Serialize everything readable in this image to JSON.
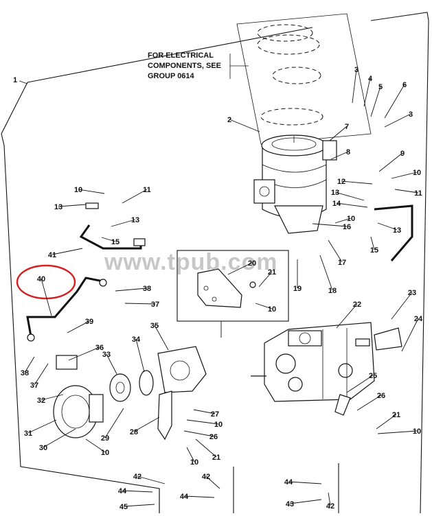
{
  "note_lines": [
    "FOR ELECTRICAL",
    "COMPONENTS, SEE",
    "GROUP 0614"
  ],
  "watermark": "www.tpub.com",
  "highlight_color": "#d42020",
  "callouts": [
    {
      "label": "1"
    },
    {
      "label": "2"
    },
    {
      "label": "3"
    },
    {
      "label": "4"
    },
    {
      "label": "5"
    },
    {
      "label": "6"
    },
    {
      "label": "3"
    },
    {
      "label": "7"
    },
    {
      "label": "8"
    },
    {
      "label": "9"
    },
    {
      "label": "10"
    },
    {
      "label": "11"
    },
    {
      "label": "12"
    },
    {
      "label": "13"
    },
    {
      "label": "14"
    },
    {
      "label": "10"
    },
    {
      "label": "13"
    },
    {
      "label": "16"
    },
    {
      "label": "15"
    },
    {
      "label": "17"
    },
    {
      "label": "18"
    },
    {
      "label": "19"
    },
    {
      "label": "20"
    },
    {
      "label": "21"
    },
    {
      "label": "10"
    },
    {
      "label": "10"
    },
    {
      "label": "11"
    },
    {
      "label": "13"
    },
    {
      "label": "13"
    },
    {
      "label": "15"
    },
    {
      "label": "41"
    },
    {
      "label": "40"
    },
    {
      "label": "38"
    },
    {
      "label": "37"
    },
    {
      "label": "39"
    },
    {
      "label": "38"
    },
    {
      "label": "37"
    },
    {
      "label": "36"
    },
    {
      "label": "32"
    },
    {
      "label": "33"
    },
    {
      "label": "34"
    },
    {
      "label": "35"
    },
    {
      "label": "31"
    },
    {
      "label": "30"
    },
    {
      "label": "29"
    },
    {
      "label": "10"
    },
    {
      "label": "28"
    },
    {
      "label": "27"
    },
    {
      "label": "10"
    },
    {
      "label": "26"
    },
    {
      "label": "10"
    },
    {
      "label": "21"
    },
    {
      "label": "22"
    },
    {
      "label": "23"
    },
    {
      "label": "24"
    },
    {
      "label": "25"
    },
    {
      "label": "26"
    },
    {
      "label": "21"
    },
    {
      "label": "10"
    },
    {
      "label": "42"
    },
    {
      "label": "44"
    },
    {
      "label": "45"
    },
    {
      "label": "42"
    },
    {
      "label": "44"
    },
    {
      "label": "44"
    },
    {
      "label": "43"
    },
    {
      "label": "42"
    }
  ]
}
